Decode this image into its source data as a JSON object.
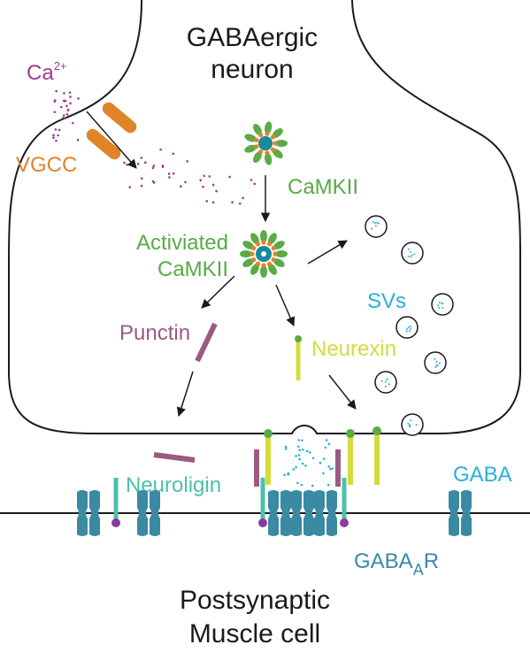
{
  "labels": {
    "neuron_line1": "GABAergic",
    "neuron_line2": "neuron",
    "ca": "Ca",
    "ca_sup": "2+",
    "vgcc": "VGCC",
    "camkii": "CaMKII",
    "activated_line1": "Activiated",
    "activated_line2": "CaMKII",
    "punctin": "Punctin",
    "neurexin": "Neurexin",
    "svs": "SVs",
    "neuroligin": "Neuroligin",
    "gaba": "GABA",
    "gabar_main": "GABA",
    "gabar_sub": "A",
    "gabar_tail": "R",
    "post_line1": "Postsynaptic",
    "post_line2": "Muscle cell"
  },
  "colors": {
    "outline": "#1a1a1a",
    "calcium": "#9b3d8f",
    "vgcc": "#e0842a",
    "camkii_green": "#5aaa46",
    "camkii_core": "#1a8a9a",
    "punctin": "#9a5a82",
    "neurexin": "#d4dc3c",
    "neurexin_head": "#5aaa46",
    "neuroligin": "#4cc0a8",
    "neuroligin_head": "#8a3a9a",
    "gaba": "#2ab0d8",
    "receptor": "#3a8aa4",
    "vesicle_dots": "#2ab0d8"
  },
  "icons": [
    "calcium-ion-dots",
    "vgcc-channel-icon",
    "camkii-holoenzyme-icon",
    "activated-camkii-icon",
    "synaptic-vesicle-icon",
    "neurexin-icon",
    "punctin-icon",
    "neuroligin-icon",
    "gabaa-receptor-icon",
    "arrow-icon"
  ]
}
